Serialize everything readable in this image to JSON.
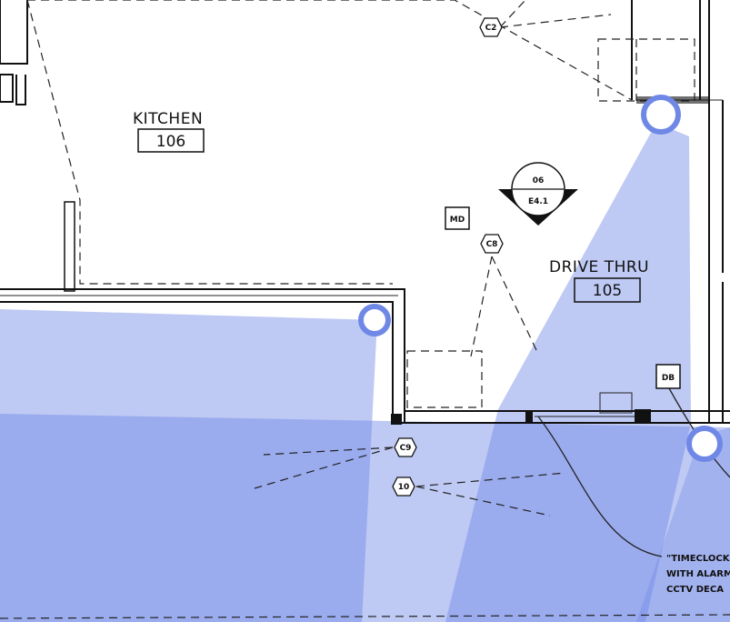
{
  "rooms": {
    "kitchen": {
      "name": "KITCHEN",
      "number": "106"
    },
    "drive_thru": {
      "name": "DRIVE THRU",
      "number": "105"
    }
  },
  "section_marker": {
    "number": "06",
    "sheet": "E4.1"
  },
  "device_tags": {
    "md": "MD",
    "db": "DB",
    "c2": "C2",
    "c8": "C8",
    "c9": "C9",
    "c10": "10"
  },
  "note": {
    "line1": "\"TIMECLOCK",
    "line2": "WITH ALARM",
    "line3": "CCTV DECA"
  },
  "colors": {
    "coverage_fill": "#6f88e6",
    "camera_ring": "#6f88e6",
    "linework": "#111111"
  },
  "icons": {
    "camera": "camera-coverage-icon",
    "section": "section-marker-icon"
  }
}
